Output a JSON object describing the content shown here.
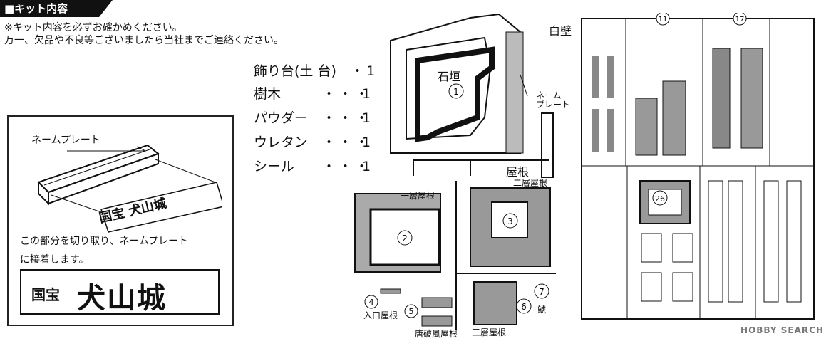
{
  "header": {
    "title": "■キット内容"
  },
  "notes": [
    "※キット内容を必ずお確かめください。",
    "万一、欠品や不良等ございましたら当社までご連絡ください。"
  ],
  "contents": [
    {
      "item": "飾り台(土 台)",
      "dots": "・",
      "count": "1"
    },
    {
      "item": "樹木",
      "dots": "・・・",
      "count": "1"
    },
    {
      "item": "パウダー",
      "dots": "・・・",
      "count": "1"
    },
    {
      "item": "ウレタン",
      "dots": "・・・",
      "count": "1"
    },
    {
      "item": "シール",
      "dots": "・・・",
      "count": "1"
    }
  ],
  "nameplate": {
    "label": "ネームプレート",
    "plate_text": "国宝 犬山城",
    "instruction_line1": "この部分を切り取り、ネームプレート",
    "instruction_line2": "に接着します。",
    "big_small": "国宝",
    "big_main": "犬山城"
  },
  "parts": {
    "stone_wall": "石垣",
    "name_plate": "ネーム\nプレート",
    "name_plate_l1": "ネーム",
    "name_plate_l2": "プレート",
    "roof": "屋根",
    "white_wall": "白壁",
    "first_roof": "一層屋根",
    "second_roof": "二層屋根",
    "third_roof": "三層屋根",
    "entrance_roof": "入口屋根",
    "karahafu_roof": "唐破風屋根",
    "shachi": "鯱"
  },
  "watermark": "HOBBY SEARCH"
}
